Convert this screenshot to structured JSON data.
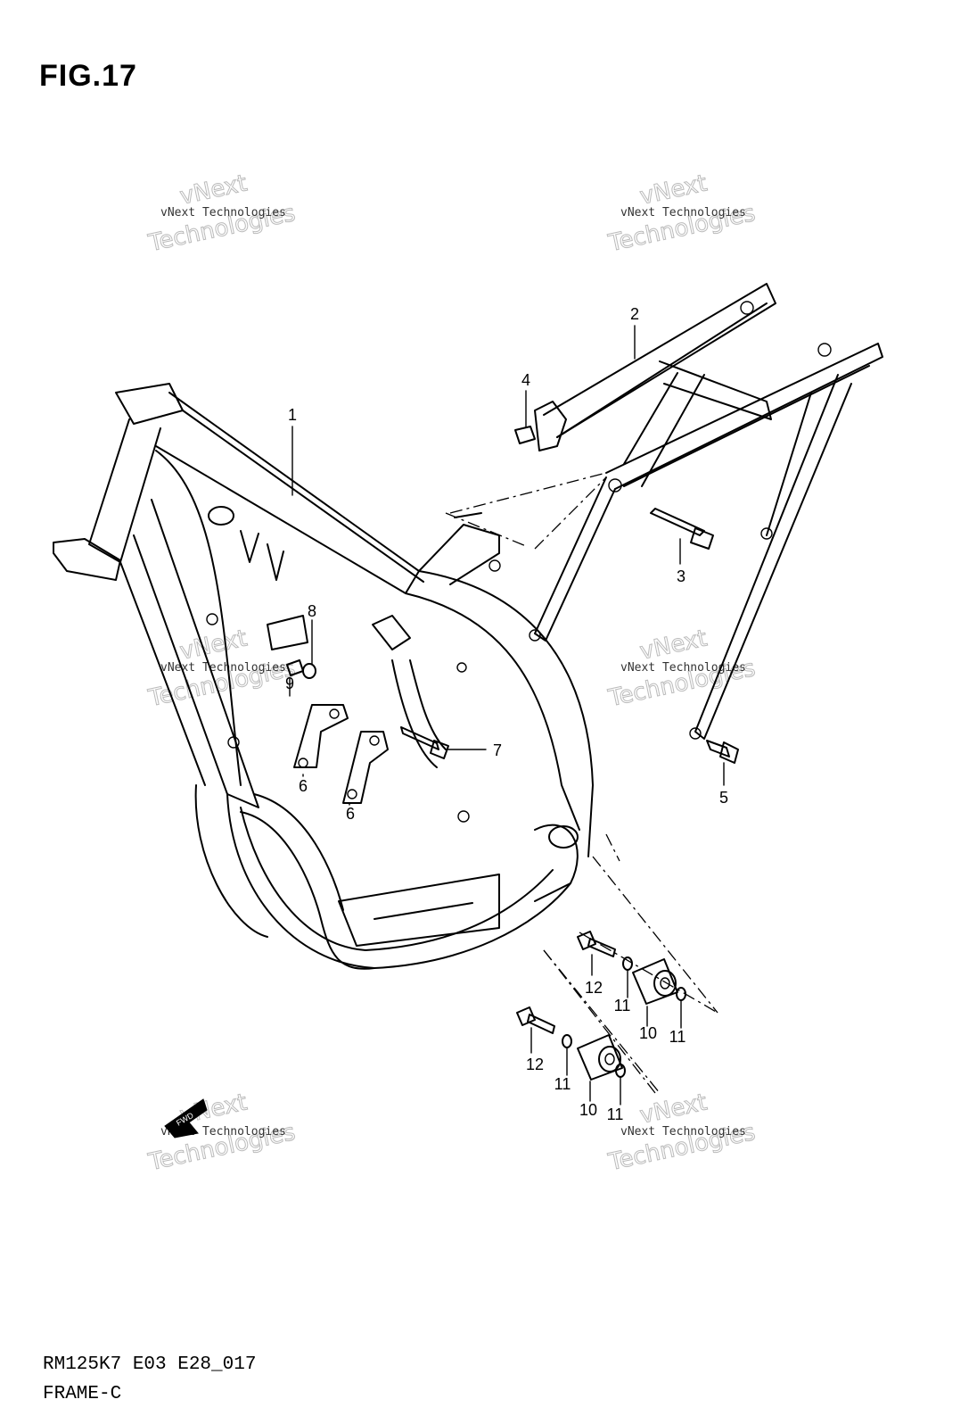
{
  "figure": {
    "title": "FIG.17",
    "diagram_code": "RM125K7 E03 E28_017",
    "diagram_name": "FRAME-C"
  },
  "watermark": {
    "line1": "vNext Technologies",
    "line2": "vNext",
    "line3": "Technologies"
  },
  "callouts": [
    {
      "id": "c1",
      "text": "1"
    },
    {
      "id": "c2",
      "text": "2"
    },
    {
      "id": "c3",
      "text": "3"
    },
    {
      "id": "c4",
      "text": "4"
    },
    {
      "id": "c5",
      "text": "5"
    },
    {
      "id": "c6a",
      "text": "6"
    },
    {
      "id": "c6b",
      "text": "6"
    },
    {
      "id": "c7",
      "text": "7"
    },
    {
      "id": "c8",
      "text": "8"
    },
    {
      "id": "c9",
      "text": "9"
    },
    {
      "id": "c10a",
      "text": "10"
    },
    {
      "id": "c10b",
      "text": "10"
    },
    {
      "id": "c11a",
      "text": "11"
    },
    {
      "id": "c11b",
      "text": "11"
    },
    {
      "id": "c11c",
      "text": "11"
    },
    {
      "id": "c11d",
      "text": "11"
    },
    {
      "id": "c12a",
      "text": "12"
    },
    {
      "id": "c12b",
      "text": "12"
    }
  ],
  "fwd_arrow_label": "FWD",
  "colors": {
    "line": "#000000",
    "background": "#ffffff",
    "watermark": "#bbbbbb"
  }
}
